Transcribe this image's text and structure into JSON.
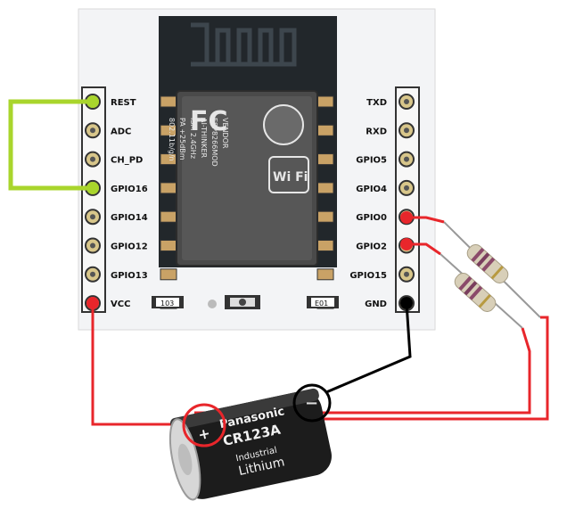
{
  "board": {
    "left_pins": [
      "REST",
      "ADC",
      "CH_PD",
      "GPIO16",
      "GPIO14",
      "GPIO12",
      "GPIO13",
      "VCC"
    ],
    "right_pins": [
      "TXD",
      "RXD",
      "GPIO5",
      "GPIO4",
      "GPIO0",
      "GPIO2",
      "GPIO15",
      "GND"
    ],
    "smd_labels": [
      "103",
      "E01"
    ]
  },
  "module": {
    "logo": "FC",
    "wifi": "Wi Fi",
    "vendor": "VENDOR",
    "model": "ESP8266MOD",
    "maker": "AI-THINKER",
    "ism": "ISM 2.4GHz",
    "pa": "PA +25dBm",
    "standard": "802.11b/g/n"
  },
  "battery": {
    "brand": "Panasonic",
    "model": "CR123A",
    "line1": "Industrial",
    "line2": "Lithium",
    "plus": "+",
    "minus": "−"
  },
  "colors": {
    "board": "#f3f4f6",
    "module_shield": "#4a4a4a",
    "pcb": "#22272b",
    "jumper_wire": "#a9d52c",
    "power_wire": "#e8262b",
    "ground_wire": "#000000",
    "resistor_body": "#d8cfb8"
  }
}
